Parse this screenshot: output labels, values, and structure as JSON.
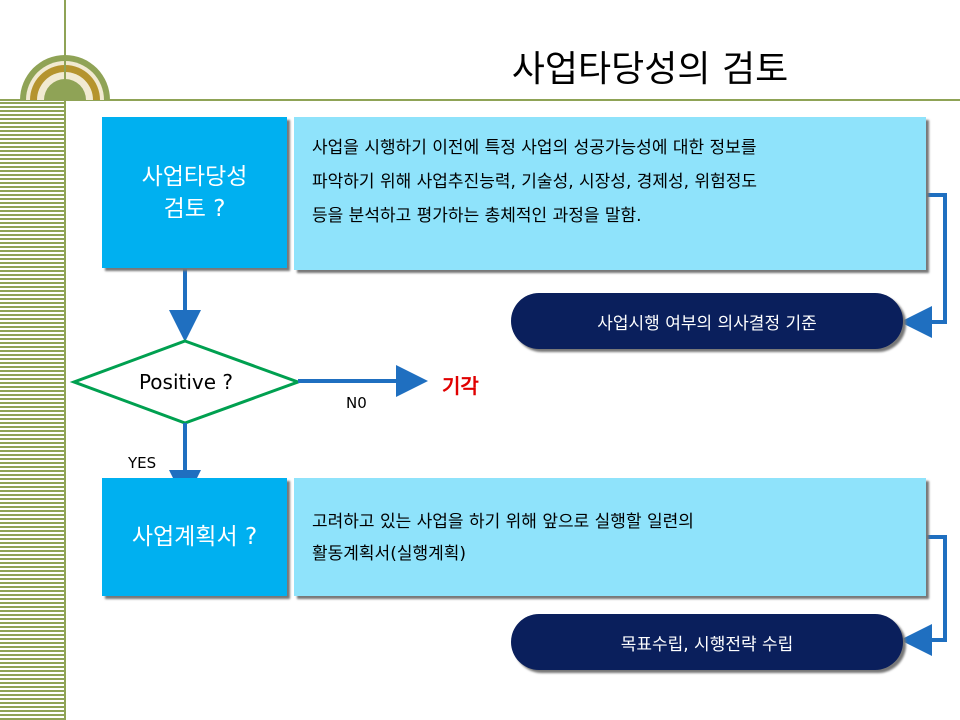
{
  "title": "사업타당성의 검토",
  "step1": {
    "label_line1": "사업타당성",
    "label_line2": "검토 ?",
    "desc_lines": [
      "사업을 시행하기 이전에 특정 사업의 성공가능성에 대한 정보를",
      "파악하기 위해 사업추진능력, 기술성, 시장성, 경제성, 위험정도",
      "등을 분석하고 평가하는 총체적인 과정을 말함."
    ],
    "result": "사업시행 여부의 의사결정 기준"
  },
  "decision": {
    "label": "Positive ?",
    "no_label": "N0",
    "no_result": "기각",
    "yes_label": "YES"
  },
  "step2": {
    "label": "사업계획서 ?",
    "desc_lines": [
      "고려하고 있는 사업을 하기 위해 앞으로 실행할 일련의",
      "활동계획서(실행계획)"
    ],
    "result": "목표수립, 시행전략 수립"
  },
  "colors": {
    "accent_blue": "#00b0f0",
    "light_blue": "#8fe3fb",
    "navy": "#0a1f5c",
    "olive": "#8fa356",
    "reject_red": "#e00000"
  }
}
